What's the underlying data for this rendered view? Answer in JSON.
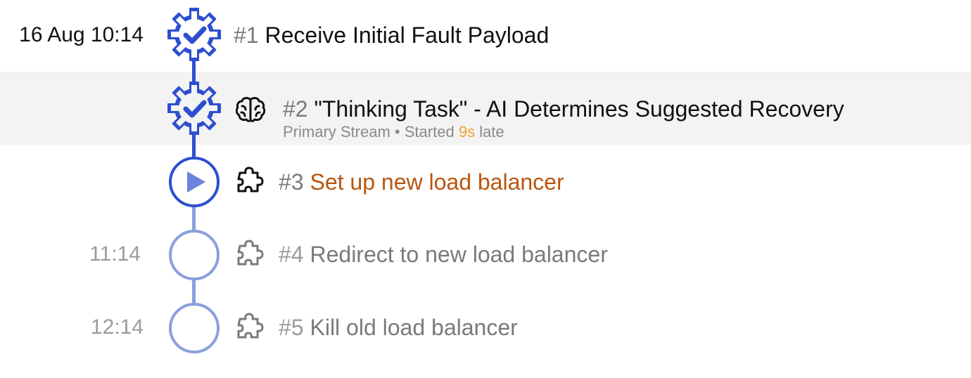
{
  "colors": {
    "primary": "#2d4fcf",
    "primary_light": "#8ba0dc",
    "play_fill": "#6c83db",
    "active_title": "#b8560f",
    "late_highlight": "#f0a030",
    "row_highlight": "#f3f3f3"
  },
  "steps": [
    {
      "time": "16 Aug 10:14",
      "status_icon": "gear-check-icon",
      "task_icon": "",
      "number": "#1",
      "title": "Receive Initial Fault Payload"
    },
    {
      "time": "",
      "status_icon": "gear-check-icon",
      "task_icon": "brain-icon",
      "number": "#2",
      "title": "\"Thinking Task\" - AI Determines Suggested Recovery",
      "meta": {
        "stream": "Primary Stream",
        "separator": "•",
        "started_prefix": "Started",
        "late_amount": "9s",
        "late_suffix": "late"
      }
    },
    {
      "time": "",
      "status_icon": "play-circle-icon",
      "task_icon": "puzzle-icon",
      "number": "#3",
      "title": "Set up new load balancer"
    },
    {
      "time": "11:14",
      "status_icon": "pending-circle-icon",
      "task_icon": "puzzle-icon",
      "number": "#4",
      "title": "Redirect to new load balancer"
    },
    {
      "time": "12:14",
      "status_icon": "pending-circle-icon",
      "task_icon": "puzzle-icon",
      "number": "#5",
      "title": "Kill old load balancer"
    }
  ]
}
